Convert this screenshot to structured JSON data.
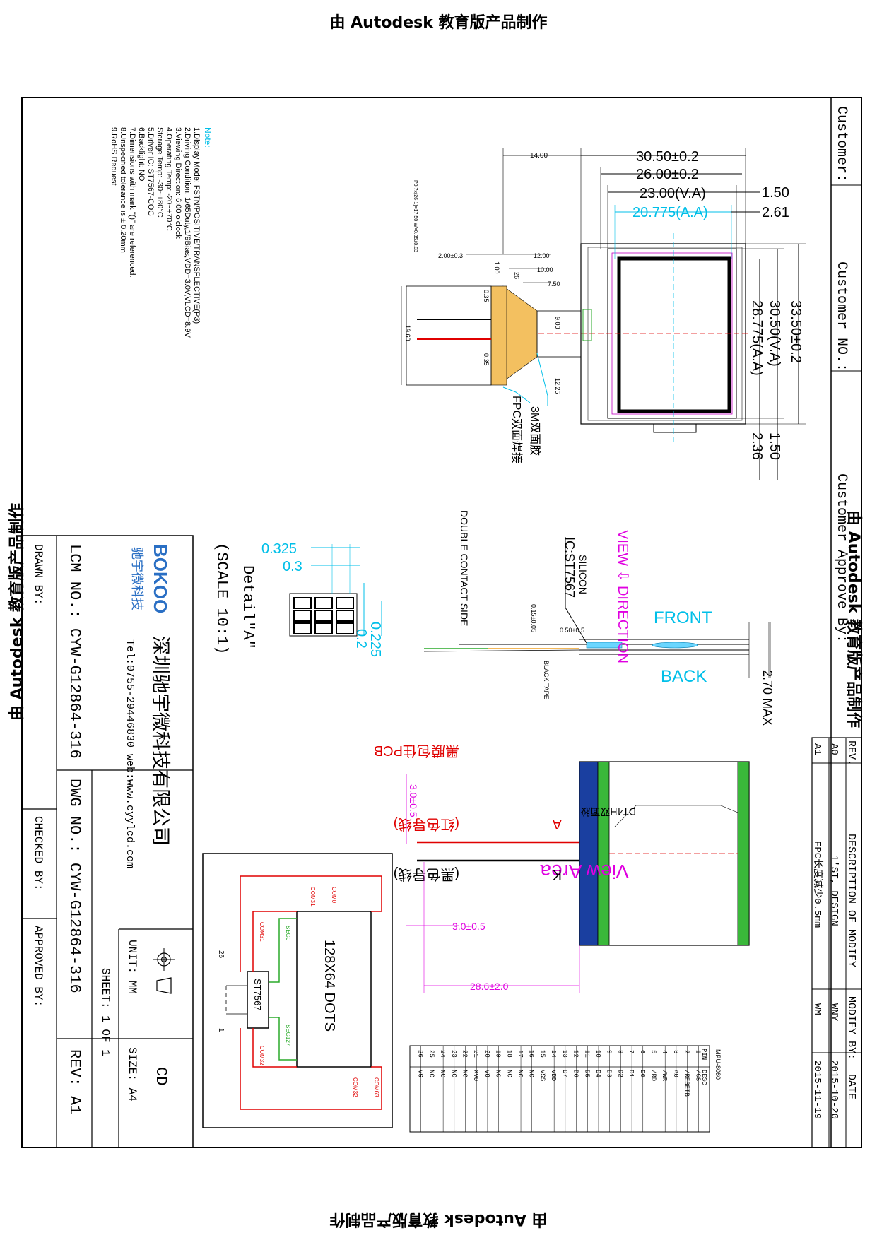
{
  "watermark": "由 Autodesk 教育版产品制作",
  "header": {
    "customer": "Customer:",
    "customer_no": "Customer NO.:",
    "customer_approve": "Customer Approve By:"
  },
  "notes": {
    "title": "Note:",
    "items": [
      "1.Display Mode:      FSTN/POSITIVE/TRANSFLECTIVE(P3)",
      "2.Driving Condition:  1/65Duty,1/9Bias,VDD=3.0V,VLCD=8.9V",
      "3.Viewing Direction:  6:00 o'clock",
      "4.Operating Temp:    -20~+70°C",
      "   Storage Temp:     -30~+80°C",
      "5.Driver IC:          ST7567-COG",
      "6.Backlight:          NO",
      "7.Dimensions with mark \"()\" are referenced.",
      "8.Unspecified tolerance is ± 0.20mm",
      "9.RoHS Request"
    ]
  },
  "dims": {
    "w_outer": "30.50±0.2",
    "w_26": "26.00±0.2",
    "w_va": "23.00(V.A)",
    "w_aa": "20.775(A.A)",
    "d_14": "14.00",
    "d_150": "1.50",
    "d_261": "2.61",
    "h_outer": "33.50±0.2",
    "h_va": "30.50(V.A)",
    "h_aa": "28.775(A.A)",
    "d_150b": "1.50",
    "d_236": "2.36",
    "fpc_12": "12.00",
    "fpc_10": "10.00",
    "fpc_75": "7.50",
    "fpc_2": "2.00±0.3",
    "fpc_1": "1.00",
    "fpc_035a": "0.35",
    "fpc_035b": "0.35",
    "fpc_9": "9.00",
    "fpc_1225": "12.25",
    "fpc_1960": "19.60",
    "fpc_26": "26",
    "fpc_pitch": "P0.7x(26-1)=17.50 W=0.35±0.03",
    "tape_label": "3M双面胶",
    "fpc_label": "FPC双面焊接"
  },
  "side_view": {
    "silicon": "SILICON",
    "ic": "IC:ST7567",
    "view_direction": "VIEW ⇩ DIRECTION",
    "front": "FRONT",
    "back": "BACK",
    "double_contact": "DOUBLE CONTACT SIDE",
    "black_tape": "BLACK TAPE",
    "d_050": "0.50±0.5",
    "d_015": "0.15±0.05",
    "d_270": "2.70 MAX"
  },
  "detail": {
    "d_0325": "0.325",
    "d_03": "0.3",
    "d_0225": "0.225",
    "d_02": "0.2",
    "title": "Detail\"A\"",
    "scale": "(SCALE 10:1)"
  },
  "backlight": {
    "pcb_label": "黑膜包住PCB",
    "dt4h": "DT4H双面胶",
    "view_area": "View Area",
    "a_label": "A",
    "a_wire": "(红色导线)",
    "k_label": "K",
    "k_wire": "(黑色导线)",
    "d_30a": "3.0±0.5",
    "d_30b": "3.0±0.5",
    "d_286": "28.6±2.0"
  },
  "block": {
    "dots": "128X64 DOTS",
    "ic": "ST7567",
    "com0": "COM0",
    "com31": "COM31",
    "com63": "COM63",
    "com32": "COM32",
    "seg0": "SEG0",
    "seg127": "SEG127",
    "com31b": "COM31",
    "com32b": "COM32",
    "pin26": "26",
    "pin1": "1"
  },
  "pins": {
    "mode": "MPU-8080",
    "headers": [
      "PIN",
      "DESC"
    ],
    "rows": [
      [
        "1",
        "/CS"
      ],
      [
        "2",
        "/RESETB"
      ],
      [
        "3",
        "A0"
      ],
      [
        "4",
        "/WR"
      ],
      [
        "5",
        "/RD"
      ],
      [
        "6",
        "D0"
      ],
      [
        "7",
        "D1"
      ],
      [
        "8",
        "D2"
      ],
      [
        "9",
        "D3"
      ],
      [
        "10",
        "D4"
      ],
      [
        "11",
        "D5"
      ],
      [
        "12",
        "D6"
      ],
      [
        "13",
        "D7"
      ],
      [
        "14",
        "VDD"
      ],
      [
        "15",
        "VSS"
      ],
      [
        "16",
        "NC"
      ],
      [
        "17",
        "NC"
      ],
      [
        "18",
        "NC"
      ],
      [
        "19",
        "NC"
      ],
      [
        "20",
        "VO"
      ],
      [
        "21",
        "XVO"
      ],
      [
        "22",
        "NC"
      ],
      [
        "23",
        "NC"
      ],
      [
        "24",
        "NC"
      ],
      [
        "25",
        "NC"
      ],
      [
        "26",
        "VG"
      ]
    ]
  },
  "revisions": {
    "headers": [
      "REV.",
      "DESCRIPTION OF MODIFY",
      "MODIFY BY:",
      "DATE"
    ],
    "rows": [
      [
        "A0",
        "1'ST, DESIGN",
        "WNY",
        "2015-10-20"
      ],
      [
        "A1",
        "FPC长度减少0.5mm",
        "WM",
        "2015-11-19"
      ]
    ]
  },
  "title_block": {
    "brand": "BOKOO",
    "brand_cn": "驰宇微科技",
    "company": "深圳驰宇微科技有限公司",
    "contact": "Tel:0755-29446830 web:www.cyylcd.com",
    "lcm_no": "LCM NO.: CYW-G12864-316",
    "dwg_no": "DWG NO.: CYW-G12864-316",
    "rev": "REV: A1",
    "cd": "CD",
    "unit": "UNIT: MM",
    "size": "SIZE: A4",
    "sheet": "SHEET:  1  OF  1",
    "drawn": "DRAWN BY:",
    "checked": "CHECKED BY:",
    "approved": "APPROVED BY:"
  },
  "colors": {
    "cyan": "#00bfe8",
    "magenta": "#e000e0",
    "red": "#e00000",
    "green": "#2aaa2a",
    "orange": "#f0a020",
    "blue": "#1a3fa0"
  }
}
